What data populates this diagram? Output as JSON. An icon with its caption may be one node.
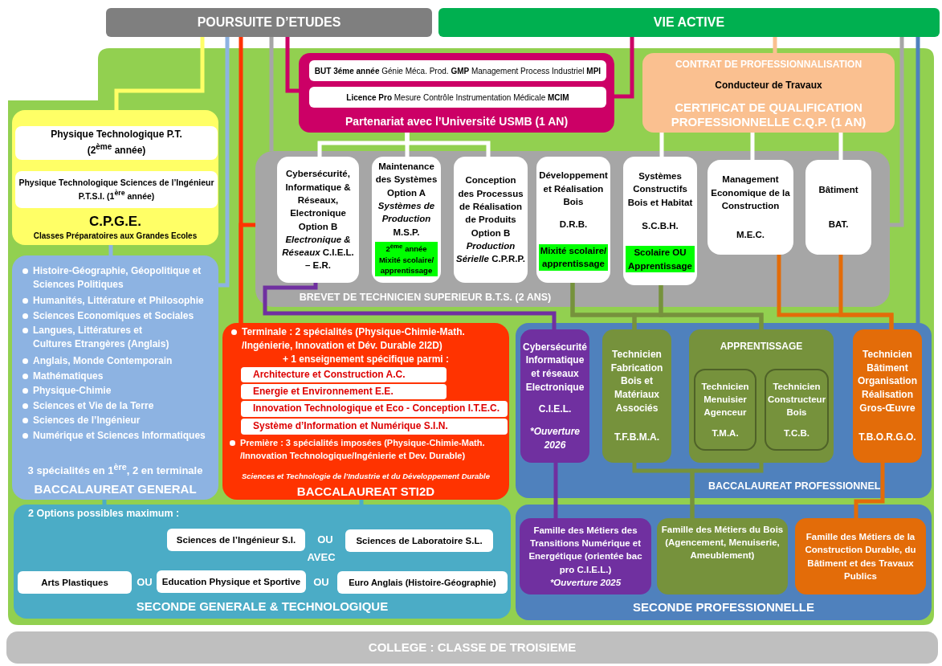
{
  "diagram": {
    "nodes": [
      {
        "text": [
          "POURSUITE D’ETUDES"
        ]
      },
      {
        "text": [
          "VIE ACTIVE"
        ]
      },
      {
        "text": [
          "Partenariat avec l’Université USMB (1 AN)"
        ]
      },
      {
        "text": [
          "**BUT 3éme année** Génie Méca. Prod. **GMP** Management Process Industriel **MPI**"
        ],
        "in": 2
      },
      {
        "text": [
          "**Licence Pro** Mesure Contrôle Instrumentation Médicale **MCIM**"
        ],
        "in": 2
      },
      {
        "text": [
          "CONTRAT DE PROFESSIONNALISATION",
          "Conducteur de Travaux",
          "CERTIFICAT DE QUALIFICATION PROFESSIONNELLE C.Q.P. (1 AN)"
        ]
      },
      {
        "text": [
          "C.P.G.E.",
          "Classes Préparatoires aux Grandes Ecoles"
        ]
      },
      {
        "text": [
          "Physique Technologique P.T. (2$^{ème}$ année)"
        ],
        "in": 6
      },
      {
        "text": [
          "Physique Technologique Sciences de l’Ingénieur P.T.S.I. (1$^{ère}$ année)"
        ],
        "in": 6
      },
      {
        "text": [
          "BREVET DE TECHNICIEN SUPERIEUR B.T.S. (2 ANS)"
        ]
      },
      {
        "text": [
          "Cybersécurité, Informatique & Réseaux, Electronique Option B *Electronique & Réseaux* C.I.E.L. – E.R."
        ],
        "in": 9
      },
      {
        "text": [
          "Maintenance des Systèmes Option A *Systèmes de Production* M.S.P.",
          "2$^{ème}$ année Mixité scolaire/ apprentissage"
        ],
        "in": 9
      },
      {
        "text": [
          "Conception des Processus de Réalisation de Produits Option B *Production Sérielle* C.P.R.P."
        ],
        "in": 9
      },
      {
        "text": [
          "Développement et Réalisation Bois",
          "D.R.B.",
          "Mixité scolaire/ apprentissage"
        ],
        "in": 9
      },
      {
        "text": [
          "Systèmes Constructifs Bois et Habitat",
          "S.C.B.H.",
          "Scolaire OU Apprentissage"
        ],
        "in": 9
      },
      {
        "text": [
          "Management Economique de la Construction",
          "M.E.C."
        ],
        "in": 9
      },
      {
        "text": [
          "Bâtiment",
          "BAT."
        ],
        "in": 9
      },
      {
        "text": [
          "Histoire-Géographie, Géopolitique et Sciences Politiques",
          "Humanités, Littérature et Philosophie",
          "Sciences Economiques et Sociales",
          "Langues, Littératures et Cultures Etrangères (Anglais)",
          "Anglais, Monde Contemporain",
          "Mathématiques",
          "Physique-Chimie",
          "Sciences et Vie de la Terre",
          "Sciences de l’Ingénieur",
          "Numérique et Sciences Informatiques",
          "3 spécialités en 1$^{ère}$, 2 en terminale",
          "BACCALAUREAT GENERAL"
        ]
      },
      {
        "text": [
          "Terminale : 2 spécialités (Physique-Chimie-Math. /Ingénierie, Innovation et Dév. Durable 2I2D)",
          "+ 1 enseignement spécifique parmi :",
          "Première : 3 spécialités imposées (Physique-Chimie-Math. /Innovation Technologique/Ingénierie et Dev. Durable)",
          "Sciences et Technologie de l’Industrie et du Développement Durable",
          "BACCALAUREAT STI2D"
        ]
      },
      {
        "text": [
          "Architecture et Construction A.C."
        ],
        "in": 18
      },
      {
        "text": [
          "Energie et Environnement E.E."
        ],
        "in": 18
      },
      {
        "text": [
          "Innovation Technologique et Eco - Conception I.T.E.C."
        ],
        "in": 18
      },
      {
        "text": [
          "Système d’Information et Numérique S.I.N."
        ],
        "in": 18
      },
      {
        "text": [
          "BACCALAUREAT PROFESSIONNEL"
        ]
      },
      {
        "text": [
          "Cybersécurité Informatique et réseaux Electronique",
          "C.I.E.L.",
          "*Ouverture 2026"
        ],
        "in": 23
      },
      {
        "text": [
          "Technicien Fabrication Bois et Matériaux Associés",
          "T.F.B.M.A."
        ],
        "in": 23
      },
      {
        "text": [
          "APPRENTISSAGE"
        ],
        "in": 23
      },
      {
        "text": [
          "Technicien Menuisier Agenceur",
          "T.M.A."
        ],
        "in": 26
      },
      {
        "text": [
          "Technicien Constructeur Bois",
          "T.C.B."
        ],
        "in": 26
      },
      {
        "text": [
          "Technicien Bâtiment Organisation Réalisation Gros-Œuvre",
          "T.B.O.R.G.O."
        ],
        "in": 23
      },
      {
        "text": [
          "2 Options possibles maximum :",
          "OU",
          "AVEC",
          "OU",
          "OU",
          "SECONDE GENERALE & TECHNOLOGIQUE"
        ]
      },
      {
        "text": [
          "Sciences de l’Ingénieur S.I."
        ],
        "in": 30
      },
      {
        "text": [
          "Sciences de Laboratoire S.L."
        ],
        "in": 30
      },
      {
        "text": [
          "Arts Plastiques"
        ],
        "in": 30
      },
      {
        "text": [
          "Education Physique et Sportive"
        ],
        "in": 30
      },
      {
        "text": [
          "Euro Anglais (Histoire-Géographie)"
        ],
        "in": 30
      },
      {
        "text": [
          "SECONDE PROFESSIONNELLE"
        ]
      },
      {
        "text": [
          "Famille des Métiers des Transitions Numérique et Energétique (orientée bac pro C.I.E.L.)",
          "*Ouverture 2025"
        ],
        "in": 36
      },
      {
        "text": [
          "Famille des Métiers du Bois (Agencement, Menuiserie, Ameublement)"
        ],
        "in": 36
      },
      {
        "text": [
          "Famille des Métiers de la Construction Durable, du Bâtiment et des Travaux Publics"
        ],
        "in": 36
      },
      {
        "text": [
          "COLLEGE : CLASSE DE TROISIEME"
        ]
      }
    ],
    "edges": [
      {
        "from": 6,
        "to": 0,
        "arrow": "none",
        "color": "#ffff66"
      },
      {
        "from": 17,
        "to": 0,
        "arrow": "none",
        "color": "#8db3e2"
      },
      {
        "from": 18,
        "to": 0,
        "arrow": "none",
        "color": "#ff3300"
      },
      {
        "from": 18,
        "to": 9,
        "arrow": "none",
        "color": "#ff3300"
      },
      {
        "from": 17,
        "to": 6,
        "arrow": "none",
        "color": "#8db3e2"
      },
      {
        "from": 30,
        "to": 17,
        "arrow": "none",
        "color": "#4bacc6"
      },
      {
        "from": 30,
        "to": 18,
        "arrow": "none",
        "color": "#4bacc6"
      },
      {
        "from": 9,
        "to": 0,
        "arrow": "none",
        "color": "#a6a6a6"
      },
      {
        "from": 9,
        "to": 1,
        "arrow": "none",
        "color": "#a6a6a6"
      },
      {
        "from": 2,
        "to": 0,
        "arrow": "none",
        "color": "#cc0066"
      },
      {
        "from": 2,
        "to": 1,
        "arrow": "none",
        "color": "#cc0066"
      },
      {
        "from": 5,
        "to": 1,
        "arrow": "none",
        "color": "#fac090"
      },
      {
        "from": 23,
        "to": 1,
        "arrow": "none",
        "color": "#4f81bd"
      },
      {
        "from": 10,
        "to": 2,
        "arrow": "none",
        "color": "#ffffff"
      },
      {
        "from": 11,
        "to": 2,
        "arrow": "none",
        "color": "#ffffff"
      },
      {
        "from": 12,
        "to": 2,
        "arrow": "none",
        "color": "#ffffff"
      },
      {
        "from": 14,
        "to": 5,
        "arrow": "none",
        "color": "#ffffff"
      },
      {
        "from": 15,
        "to": 5,
        "arrow": "none",
        "color": "#ffffff"
      },
      {
        "from": 16,
        "to": 5,
        "arrow": "none",
        "color": "#ffffff"
      },
      {
        "from": 24,
        "to": 10,
        "arrow": "none",
        "color": "#7030a0"
      },
      {
        "from": 25,
        "to": 13,
        "arrow": "none",
        "color": "#76923c"
      },
      {
        "from": 25,
        "to": 14,
        "arrow": "none",
        "color": "#76923c"
      },
      {
        "from": 26,
        "to": 13,
        "arrow": "none",
        "color": "#76923c"
      },
      {
        "from": 26,
        "to": 14,
        "arrow": "none",
        "color": "#76923c"
      },
      {
        "from": 29,
        "to": 15,
        "arrow": "none",
        "color": "#e36c09"
      },
      {
        "from": 29,
        "to": 16,
        "arrow": "none",
        "color": "#e36c09"
      },
      {
        "from": 37,
        "to": 24,
        "arrow": "none",
        "color": "#7030a0"
      },
      {
        "from": 38,
        "to": 25,
        "arrow": "none",
        "color": "#76923c"
      },
      {
        "from": 38,
        "to": 26,
        "arrow": "none",
        "color": "#76923c"
      },
      {
        "from": 39,
        "to": 29,
        "arrow": "none",
        "color": "#e36c09"
      }
    ]
  }
}
